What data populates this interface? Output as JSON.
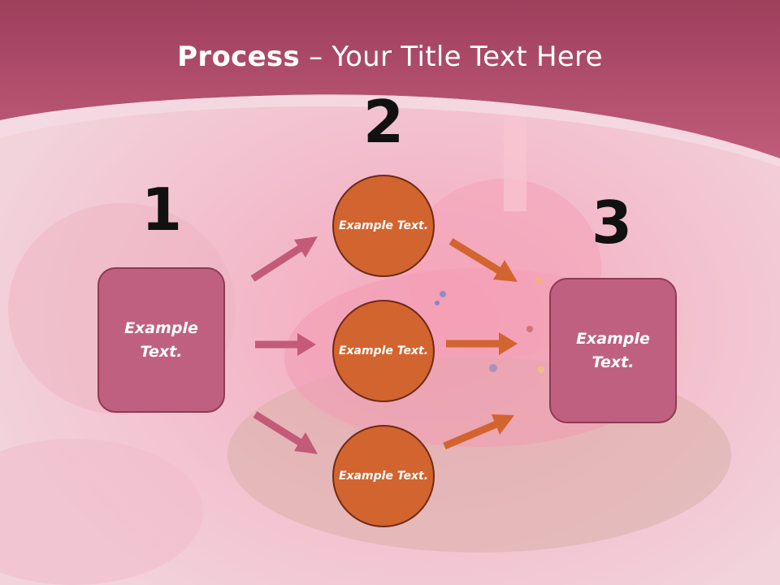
{
  "slide": {
    "title_bold": "Process",
    "title_rest": " – Your Title Text Here"
  },
  "steps": [
    {
      "number": "1",
      "box_text": "Example Text."
    },
    {
      "number": "2",
      "circles": [
        "Example Text.",
        "Example Text.",
        "Example Text."
      ]
    },
    {
      "number": "3",
      "box_text": "Example Text."
    }
  ],
  "colors": {
    "header": "#b4506e",
    "box_fill": "#c06080",
    "circle_fill": "#d2642f",
    "pink_arrow": "#c25a78",
    "orange_arrow": "#d2642f"
  }
}
